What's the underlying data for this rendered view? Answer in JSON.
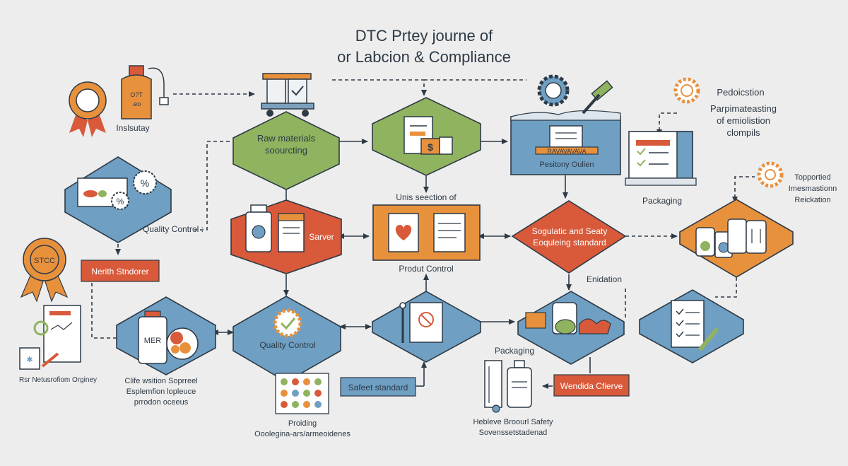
{
  "title": {
    "line1": "DTC Prtey journe of",
    "line2": "or Labcion & Compliance"
  },
  "nodes": {
    "raw": {
      "line1": "Raw materials",
      "line2": "soourcting"
    },
    "sourcing_box": {
      "line1": "Pesitony Oulien",
      "banner": "RAVAVAVAVA"
    },
    "packaging_top": {
      "label": "Packaging"
    },
    "pedocistion": {
      "line1": "Pedoicstion",
      "line2": "Parpimateasting",
      "line3": "of emiolistion",
      "line4": "clompils"
    },
    "topportied": {
      "line1": "Topportied",
      "line2": "Imesmastionn",
      "line3": "Reickation"
    },
    "server": {
      "label": "Sarver"
    },
    "unis": {
      "label": "Unis seection of"
    },
    "product_control": {
      "label": "Produt Control"
    },
    "regulatory": {
      "line1": "Sogulatic and Seaty",
      "line2": "Eoquleing standard"
    },
    "enidation": {
      "label": "Enidation"
    },
    "quality_left": {
      "label": "Quality Control :"
    },
    "north": {
      "label": "Nerith Stndorer"
    },
    "industry": {
      "label": "Inslsutay"
    },
    "stcc": {
      "label": "STCC"
    },
    "rsr": {
      "label": "Rsr Netusrofiom Orginey"
    },
    "mer": {
      "label": "MER",
      "line1": "Clife wsition Soprreel",
      "line2": "Esplemfion lopleuce",
      "line3": "prrodon oceeus"
    },
    "quality_center": {
      "label": "Quality Control"
    },
    "safeet": {
      "label": "Safeet standard"
    },
    "proiding": {
      "line1": "Proiding",
      "line2": "Ooolegina-ars/armeoidenes"
    },
    "packaging_bottom": {
      "label": "Packaging",
      "line1": "Hebleve Broourl Safety",
      "line2": "Sovenssetstadenad"
    },
    "wendia": {
      "label": "Wendida Cfierve"
    },
    "bottle_label": {
      "line1": "O?T",
      "line2": ".eo"
    }
  },
  "colors": {
    "green": "#8fb35f",
    "blue": "#6f9fc2",
    "orange": "#e8913d",
    "red": "#d85a3a",
    "outline": "#2e3a46"
  }
}
